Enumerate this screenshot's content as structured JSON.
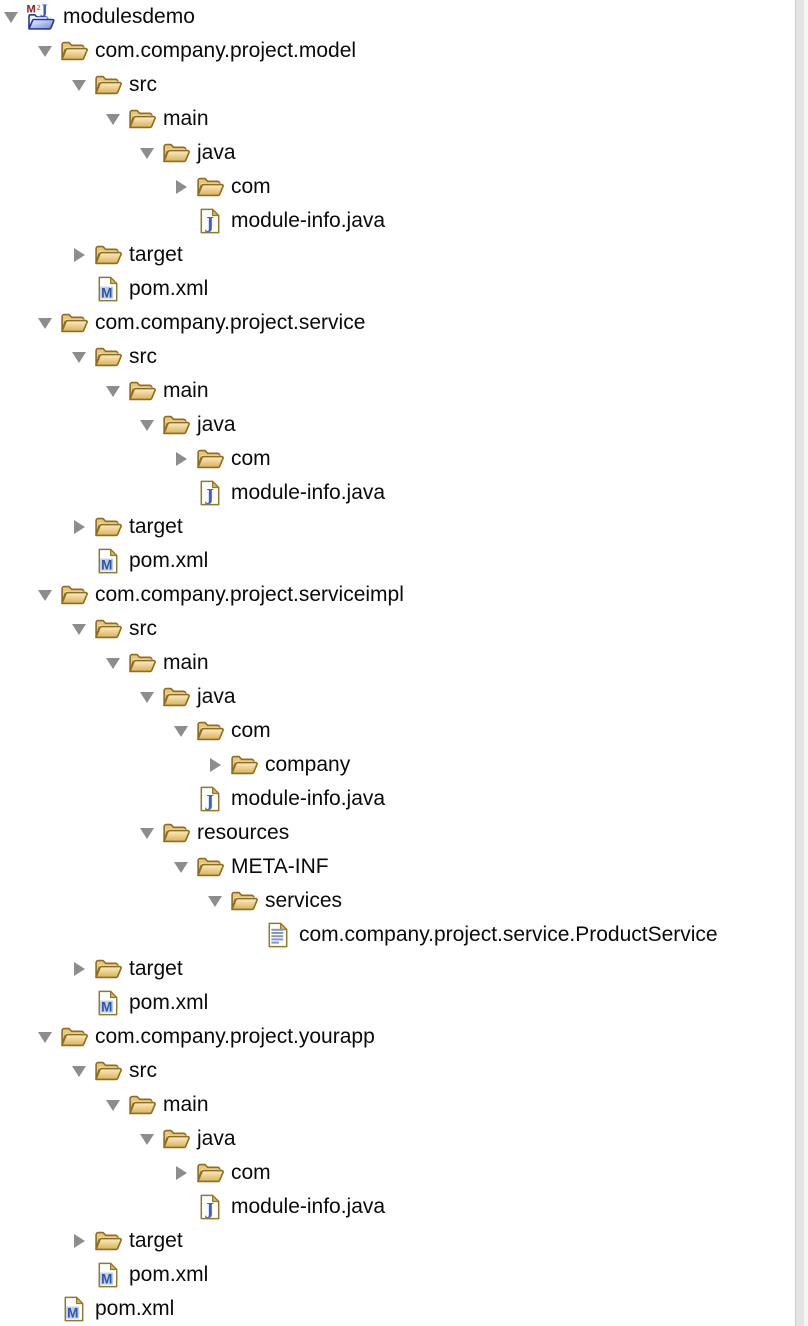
{
  "window": {
    "background": "#ffffff"
  },
  "colors": {
    "text": "#0a0a0a",
    "disclosure_arrow_gray": "#8d8d8d",
    "folder_outline": "#8f6d1e",
    "folder_fill_light": "#f8edc8",
    "folder_fill_dark": "#dcb156",
    "project_folder_outline": "#24379c",
    "project_folder_fill": "#6e86dd",
    "maven_decorator_red": "#8b1f1f",
    "maven_decorator_orange": "#cd8a2a",
    "java_decorator_blue": "#3558c8",
    "java_file_j_blue": "#3a63c4",
    "maven_file_m_blue": "#2d56a9",
    "page_outline": "#8f7a2e",
    "page_fold": "#dfb75f",
    "text_file_line_blue": "#8197c8",
    "scrollbar_track": "#e4e4e4"
  },
  "tree": {
    "items": [
      {
        "label": "modulesdemo",
        "level": 0,
        "icon": "maven-project-icon",
        "arrow": "expanded"
      },
      {
        "label": "com.company.project.model",
        "level": 1,
        "icon": "folder-open-icon",
        "arrow": "expanded"
      },
      {
        "label": "src",
        "level": 2,
        "icon": "folder-open-icon",
        "arrow": "expanded"
      },
      {
        "label": "main",
        "level": 3,
        "icon": "folder-open-icon",
        "arrow": "expanded"
      },
      {
        "label": "java",
        "level": 4,
        "icon": "folder-open-icon",
        "arrow": "expanded"
      },
      {
        "label": "com",
        "level": 5,
        "icon": "folder-open-icon",
        "arrow": "collapsed"
      },
      {
        "label": "module-info.java",
        "level": 5,
        "icon": "java-file-icon",
        "arrow": "none"
      },
      {
        "label": "target",
        "level": 2,
        "icon": "folder-open-icon",
        "arrow": "collapsed"
      },
      {
        "label": "pom.xml",
        "level": 2,
        "icon": "maven-file-icon",
        "arrow": "none"
      },
      {
        "label": "com.company.project.service",
        "level": 1,
        "icon": "folder-open-icon",
        "arrow": "expanded"
      },
      {
        "label": "src",
        "level": 2,
        "icon": "folder-open-icon",
        "arrow": "expanded"
      },
      {
        "label": "main",
        "level": 3,
        "icon": "folder-open-icon",
        "arrow": "expanded"
      },
      {
        "label": "java",
        "level": 4,
        "icon": "folder-open-icon",
        "arrow": "expanded"
      },
      {
        "label": "com",
        "level": 5,
        "icon": "folder-open-icon",
        "arrow": "collapsed"
      },
      {
        "label": "module-info.java",
        "level": 5,
        "icon": "java-file-icon",
        "arrow": "none"
      },
      {
        "label": "target",
        "level": 2,
        "icon": "folder-open-icon",
        "arrow": "collapsed"
      },
      {
        "label": "pom.xml",
        "level": 2,
        "icon": "maven-file-icon",
        "arrow": "none"
      },
      {
        "label": "com.company.project.serviceimpl",
        "level": 1,
        "icon": "folder-open-icon",
        "arrow": "expanded"
      },
      {
        "label": "src",
        "level": 2,
        "icon": "folder-open-icon",
        "arrow": "expanded"
      },
      {
        "label": "main",
        "level": 3,
        "icon": "folder-open-icon",
        "arrow": "expanded"
      },
      {
        "label": "java",
        "level": 4,
        "icon": "folder-open-icon",
        "arrow": "expanded"
      },
      {
        "label": "com",
        "level": 5,
        "icon": "folder-open-icon",
        "arrow": "expanded"
      },
      {
        "label": "company",
        "level": 6,
        "icon": "folder-open-icon",
        "arrow": "collapsed"
      },
      {
        "label": "module-info.java",
        "level": 5,
        "icon": "java-file-icon",
        "arrow": "none"
      },
      {
        "label": "resources",
        "level": 4,
        "icon": "folder-open-icon",
        "arrow": "expanded"
      },
      {
        "label": "META-INF",
        "level": 5,
        "icon": "folder-open-icon",
        "arrow": "expanded"
      },
      {
        "label": "services",
        "level": 6,
        "icon": "folder-open-icon",
        "arrow": "expanded"
      },
      {
        "label": "com.company.project.service.ProductService",
        "level": 7,
        "icon": "text-file-icon",
        "arrow": "none"
      },
      {
        "label": "target",
        "level": 2,
        "icon": "folder-open-icon",
        "arrow": "collapsed"
      },
      {
        "label": "pom.xml",
        "level": 2,
        "icon": "maven-file-icon",
        "arrow": "none"
      },
      {
        "label": "com.company.project.yourapp",
        "level": 1,
        "icon": "folder-open-icon",
        "arrow": "expanded"
      },
      {
        "label": "src",
        "level": 2,
        "icon": "folder-open-icon",
        "arrow": "expanded"
      },
      {
        "label": "main",
        "level": 3,
        "icon": "folder-open-icon",
        "arrow": "expanded"
      },
      {
        "label": "java",
        "level": 4,
        "icon": "folder-open-icon",
        "arrow": "expanded"
      },
      {
        "label": "com",
        "level": 5,
        "icon": "folder-open-icon",
        "arrow": "collapsed"
      },
      {
        "label": "module-info.java",
        "level": 5,
        "icon": "java-file-icon",
        "arrow": "none"
      },
      {
        "label": "target",
        "level": 2,
        "icon": "folder-open-icon",
        "arrow": "collapsed"
      },
      {
        "label": "pom.xml",
        "level": 2,
        "icon": "maven-file-icon",
        "arrow": "none"
      },
      {
        "label": "pom.xml",
        "level": 1,
        "icon": "maven-file-icon",
        "arrow": "none"
      }
    ]
  }
}
